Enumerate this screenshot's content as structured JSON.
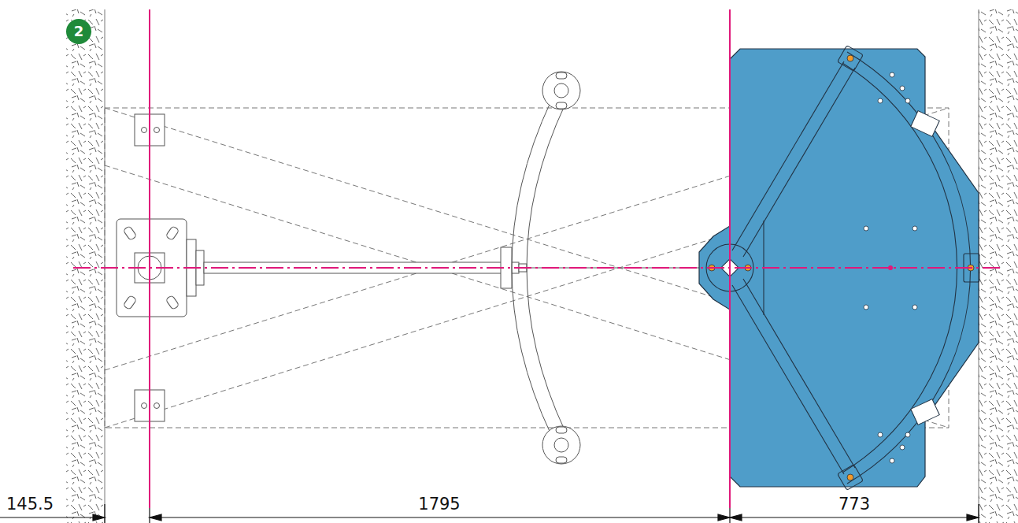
{
  "diagram": {
    "labels": [
      "2",
      "145.5",
      "1795",
      "773"
    ]
  }
}
